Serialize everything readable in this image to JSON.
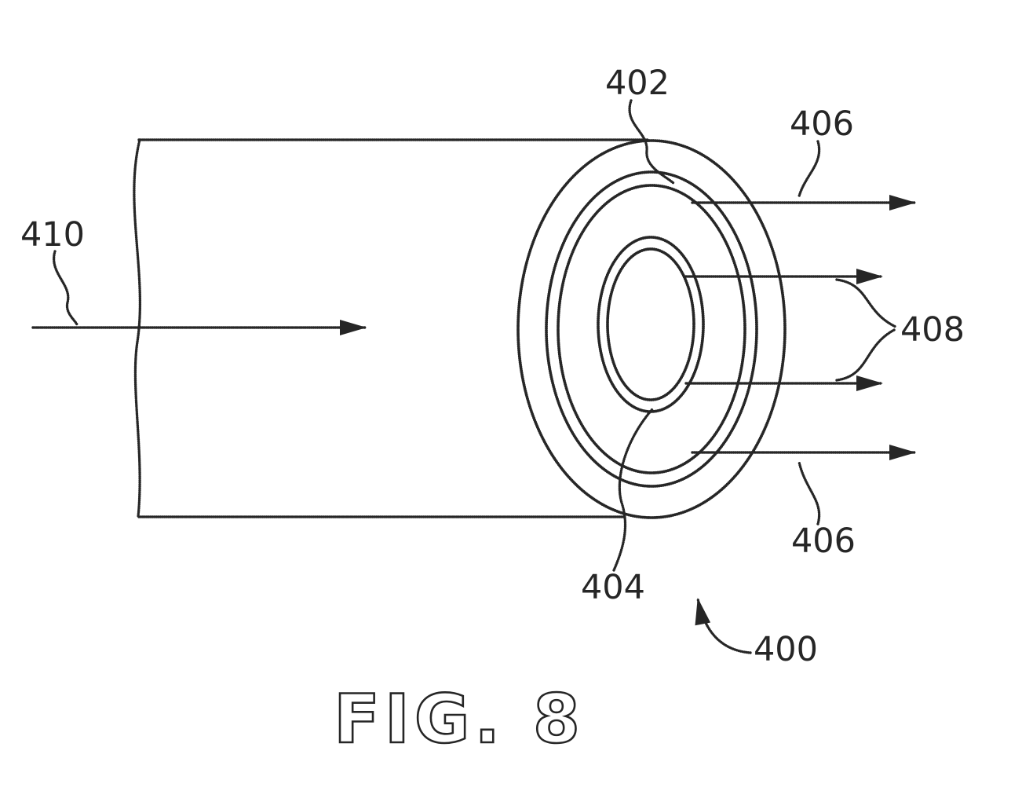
{
  "figure": {
    "caption": "FIG. 8",
    "colors": {
      "ink": "#262626",
      "background": "#ffffff"
    },
    "labels": {
      "ref_410": "410",
      "ref_402": "402",
      "ref_404": "404",
      "ref_406_top": "406",
      "ref_406_bottom": "406",
      "ref_408": "408",
      "ref_400": "400"
    }
  }
}
